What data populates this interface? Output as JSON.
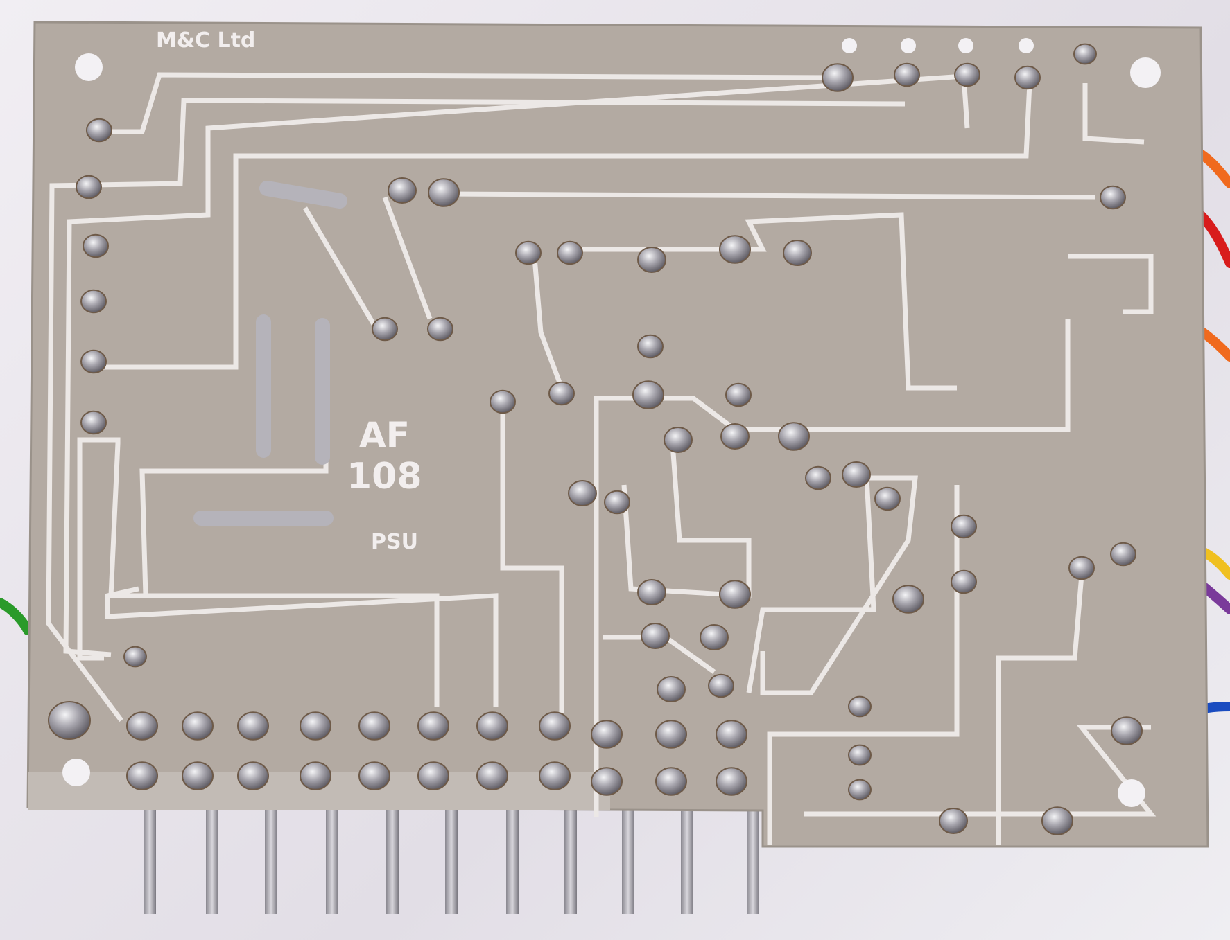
{
  "board": {
    "maker": "M&C Ltd",
    "model_line1": "AF",
    "model_line2": "108",
    "function": "PSU"
  },
  "colors": {
    "board": "#b3aaa2",
    "trace": "#ece8e6",
    "solder": "#a9a6ad",
    "wire_orange": "#f06a1e",
    "wire_red": "#d81c1c",
    "wire_purple": "#7a3a9a",
    "wire_yellow": "#f0c020",
    "wire_blue": "#1a4cc0",
    "wire_green": "#2a9a2a"
  }
}
